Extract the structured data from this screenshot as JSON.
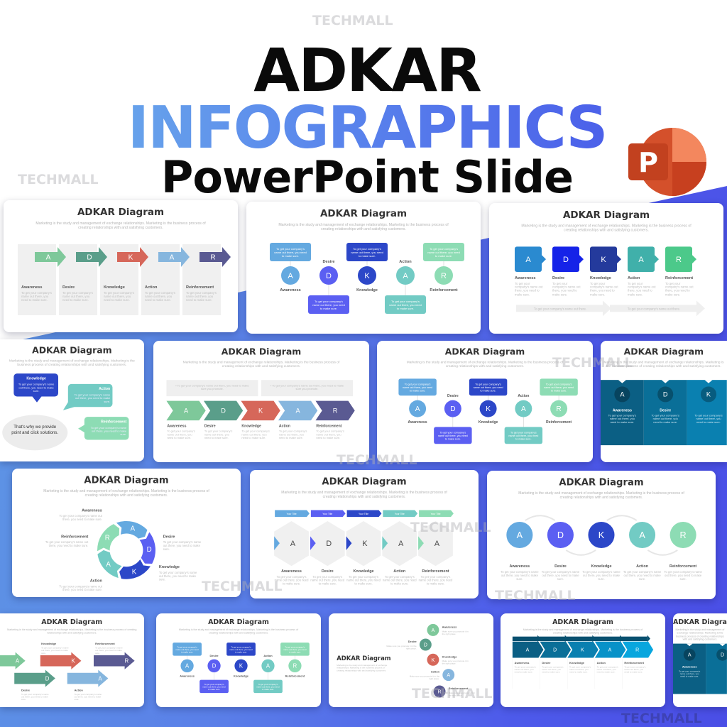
{
  "header": {
    "line1": "ADKAR",
    "line2": "INFOGRAPHICS",
    "line3": "PowerPoint Slide"
  },
  "logo": {
    "letter": "P",
    "colors": [
      "#f0825c",
      "#d9512b",
      "#b7371a"
    ]
  },
  "watermark": "TECHMALL",
  "slide_common": {
    "title": "ADKAR Diagram",
    "subtitle": "Marketing is the study and management of exchange relationships. Marketing is the business process of creating relationships with and satisfying customers.",
    "body": "To get your company's name out there, you need to make sure.",
    "short_body": "To get your company's name out there.",
    "promote_body": "To get your company's name out there, you need to make sure you promote.",
    "place_body": "Make sure you promote it in the right place.",
    "bubble_text": "That's why we provide point and click solutions.",
    "tab_title": "Your Title"
  },
  "steps": [
    {
      "letter": "A",
      "label": "Awareness"
    },
    {
      "letter": "D",
      "label": "Desire"
    },
    {
      "letter": "K",
      "label": "Knowledge"
    },
    {
      "letter": "A",
      "label": "Action"
    },
    {
      "letter": "R",
      "label": "Reinforcement"
    }
  ],
  "hexagon_letters": [
    "A",
    "D",
    "K",
    "A",
    "A"
  ],
  "palettes": {
    "earthy": [
      "#7ec89a",
      "#5a9e8a",
      "#d6675a",
      "#86b6de",
      "#5a5a92"
    ],
    "blues": [
      "#64a9e0",
      "#5b5ff2",
      "#2c47c8",
      "#72cbc4",
      "#8ddcb4"
    ],
    "tabs": [
      "#2a8ad0",
      "#1523e8",
      "#243a9c",
      "#40b0aa",
      "#4cc98a"
    ],
    "teal": [
      "#0b5f84",
      "#0a6f98",
      "#0a80b0",
      "#0892c8",
      "#08a6de"
    ]
  },
  "slides": [
    {
      "layout": "arrow-columns",
      "palette": "earthy"
    },
    {
      "layout": "circle-boxes",
      "palette": "blues"
    },
    {
      "layout": "tabs",
      "palette": "tabs"
    },
    {
      "layout": "bubbles",
      "palette": "blues"
    },
    {
      "layout": "chevrons",
      "palette": "earthy"
    },
    {
      "layout": "circle-boxes",
      "palette": "blues"
    },
    {
      "layout": "columns-teal",
      "palette": "teal"
    },
    {
      "layout": "cycle",
      "palette": "blues"
    },
    {
      "layout": "hexagons",
      "palette": "blues"
    },
    {
      "layout": "circles-large",
      "palette": "blues"
    },
    {
      "layout": "staggered-arrows",
      "palette": "earthy"
    },
    {
      "layout": "circle-boxes",
      "palette": "blues"
    },
    {
      "layout": "vertical-circles",
      "palette": "earthy"
    },
    {
      "layout": "chevrons-teal",
      "palette": "teal"
    },
    {
      "layout": "columns-teal",
      "palette": "teal"
    }
  ]
}
